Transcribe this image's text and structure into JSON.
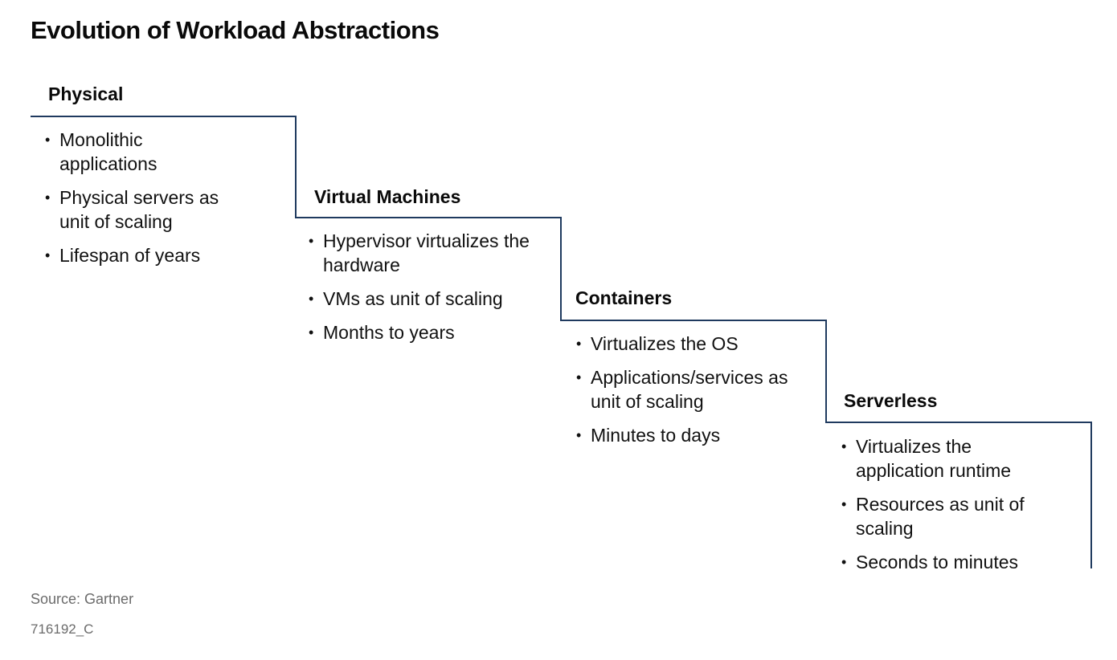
{
  "title": "Evolution of Workload Abstractions",
  "colors": {
    "line": "#1f3a5f",
    "text": "#111111",
    "muted": "#6b6b6b"
  },
  "steps": [
    {
      "title": "Physical",
      "bullets": [
        "Monolithic applications",
        "Physical servers as unit of scaling",
        "Lifespan of years"
      ]
    },
    {
      "title": "Virtual Machines",
      "bullets": [
        "Hypervisor virtualizes the hardware",
        "VMs as unit of scaling",
        "Months to years"
      ]
    },
    {
      "title": "Containers",
      "bullets": [
        "Virtualizes the OS",
        "Applications/services as unit of scaling",
        "Minutes to days"
      ]
    },
    {
      "title": "Serverless",
      "bullets": [
        "Virtualizes the application runtime",
        "Resources as unit of scaling",
        "Seconds to minutes"
      ]
    }
  ],
  "footer": {
    "source": "Source: Gartner",
    "doc_id": "716192_C"
  }
}
